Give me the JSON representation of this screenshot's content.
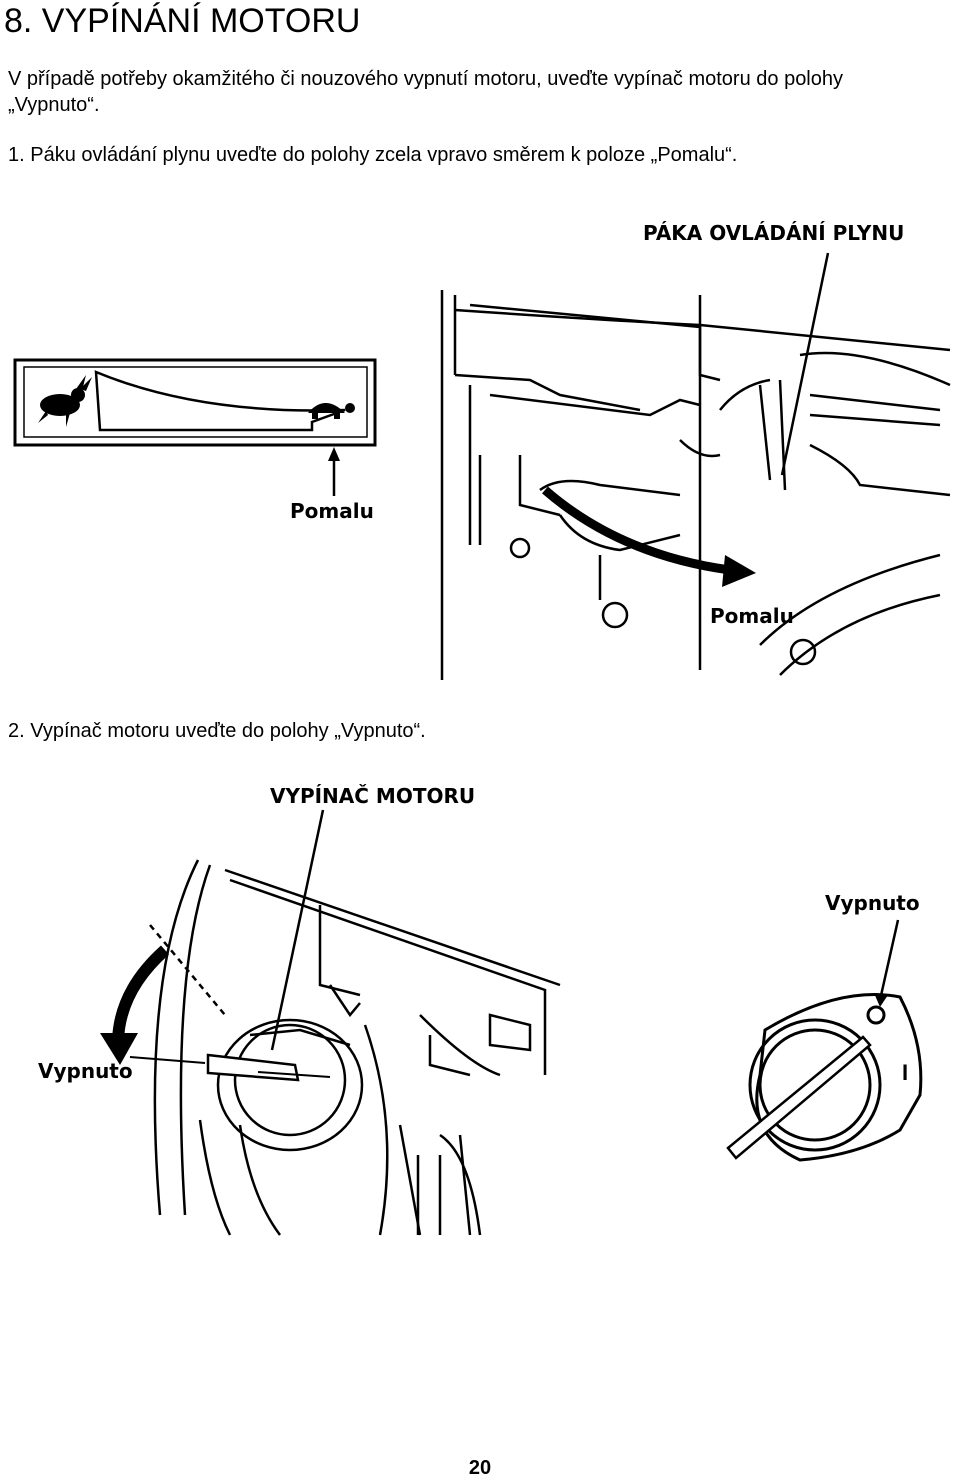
{
  "section": {
    "title": "8.  VYPÍNÁNÍ MOTORU",
    "intro_line1": "V případě potřeby okamžitého či nouzového vypnutí motoru, uveďte vypínač motoru do polohy",
    "intro_line2": "„Vypnuto“.",
    "step1": "1.  Páku ovládání plynu uveďte do polohy zcela vpravo směrem k poloze „Pomalu“.",
    "step2": "2.  Vypínač motoru uveďte do polohy „Vypnuto“."
  },
  "figure1": {
    "lever_label": "PÁKA OVLÁDÁNÍ PLYNU",
    "slow_label_left": "Pomalu",
    "slow_label_right": "Pomalu",
    "icons": [
      "rabbit-icon",
      "turtle-icon"
    ]
  },
  "figure2": {
    "switch_label": "VYPÍNAČ MOTORU",
    "off_label_left": "Vypnuto",
    "off_label_right": "Vypnuto",
    "on_mark": "I"
  },
  "page_number": "20"
}
